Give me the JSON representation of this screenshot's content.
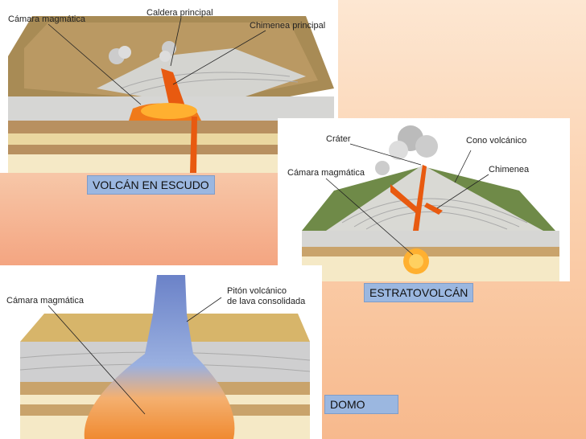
{
  "shield": {
    "labels": {
      "camara": "Cámara magmática",
      "caldera": "Caldera principal",
      "chimenea": "Chimenea principal"
    },
    "tag": "VOLCÁN EN ESCUDO"
  },
  "strato": {
    "labels": {
      "crater": "Cráter",
      "cono": "Cono volcánico",
      "camara": "Cámara magmática",
      "chimenea": "Chimenea"
    },
    "tag": "ESTRATOVOLCÁN"
  },
  "domo": {
    "labels": {
      "camara": "Cámara magmática",
      "piton1": "Pitón volcánico",
      "piton2": "de lava consolidada"
    },
    "tag": "DOMO"
  },
  "colors": {
    "tag_bg": "#9bb7e0",
    "lava": "#f07a1a",
    "magma": "#ffb030"
  }
}
